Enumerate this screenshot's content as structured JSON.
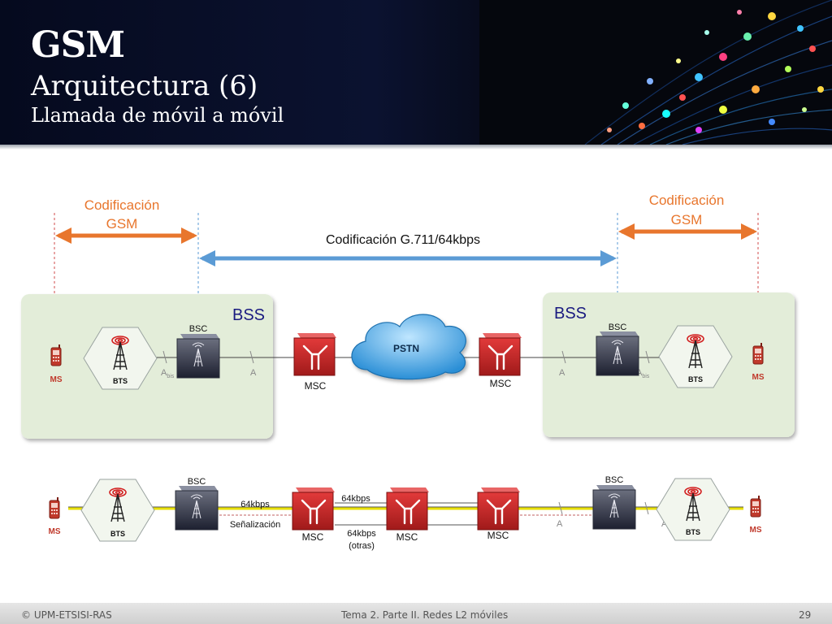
{
  "header": {
    "title": "GSM",
    "subtitle": "Arquitectura (6)",
    "subsubtitle": "Llamada de móvil a móvil"
  },
  "coding": {
    "left": [
      "Codificación",
      "GSM"
    ],
    "right": [
      "Codificación",
      "GSM"
    ],
    "middle": "Codificación G.711/64kbps"
  },
  "top_diagram": {
    "bss_left": "BSS",
    "bss_right": "BSS",
    "ms": "MS",
    "bts": "BTS",
    "bsc": "BSC",
    "msc": "MSC",
    "pstn": "PSTN",
    "a": "A",
    "abis_a": "A",
    "abis_sub": "bis"
  },
  "bottom_diagram": {
    "ms": "MS",
    "bts": "BTS",
    "bsc": "BSC",
    "msc": "MSC",
    "rate_left": "64kbps",
    "signaling": "Señalización",
    "rate_top": "64kbps",
    "rate_other": "64kbps",
    "other": "(otras)",
    "a": "A",
    "abis_a": "A",
    "abis_sub": "bis"
  },
  "footer": {
    "copyright": "© UPM-ETSISI-RAS",
    "course": "Tema 2. Parte II. Redes L2 móviles",
    "page": "29"
  },
  "colors": {
    "orange": "#e8762d",
    "blue": "#5b9bd5",
    "bss_fill": "#e3edd9",
    "msc_red": "#c62828",
    "ms_red": "#c0392b",
    "yellow_line": "#e8e000"
  }
}
